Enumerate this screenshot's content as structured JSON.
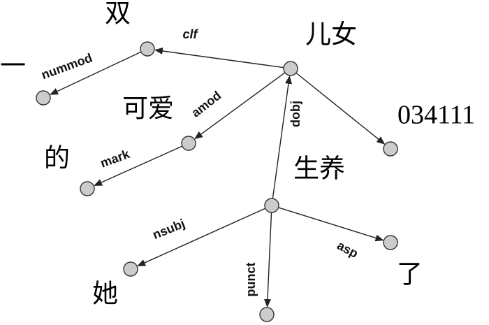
{
  "diagram": {
    "type": "dependency-tree",
    "nodes": [
      {
        "id": "ernv",
        "word": "儿女"
      },
      {
        "id": "shuang",
        "word": "双"
      },
      {
        "id": "yi",
        "word": "一"
      },
      {
        "id": "keai",
        "word": "可爱"
      },
      {
        "id": "de",
        "word": "的"
      },
      {
        "id": "num",
        "word": "034111"
      },
      {
        "id": "shengyang",
        "word": "生养"
      },
      {
        "id": "ta",
        "word": "她"
      },
      {
        "id": "punct",
        "word": ""
      },
      {
        "id": "le",
        "word": "了"
      }
    ],
    "edges": [
      {
        "from": "ernv",
        "to": "shuang",
        "label": "clf"
      },
      {
        "from": "shuang",
        "to": "yi",
        "label": "nummod"
      },
      {
        "from": "ernv",
        "to": "keai",
        "label": "amod"
      },
      {
        "from": "keai",
        "to": "de",
        "label": "mark"
      },
      {
        "from": "ernv",
        "to": "num",
        "label": ""
      },
      {
        "from": "shengyang",
        "to": "ernv",
        "label": "dobj"
      },
      {
        "from": "shengyang",
        "to": "ta",
        "label": "nsubj"
      },
      {
        "from": "shengyang",
        "to": "punct",
        "label": "punct"
      },
      {
        "from": "shengyang",
        "to": "le",
        "label": "asp"
      }
    ],
    "colors": {
      "node_fill": "#cccccc",
      "node_stroke": "#333333",
      "edge": "#222222",
      "text": "#000000"
    }
  }
}
